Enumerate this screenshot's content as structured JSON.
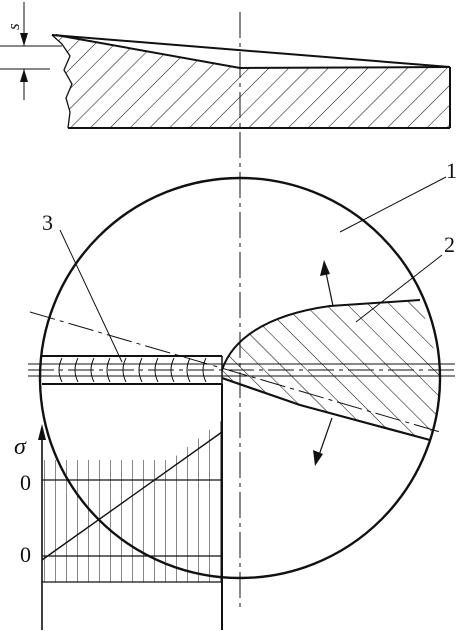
{
  "labels": {
    "part_1": "1",
    "part_2": "2",
    "part_3": "3",
    "thickness_symbol": "s",
    "stress_symbol": "σ",
    "zero_upper": "0",
    "zero_lower": "0"
  },
  "colors": {
    "line": "#111111",
    "background": "#ffffff"
  }
}
